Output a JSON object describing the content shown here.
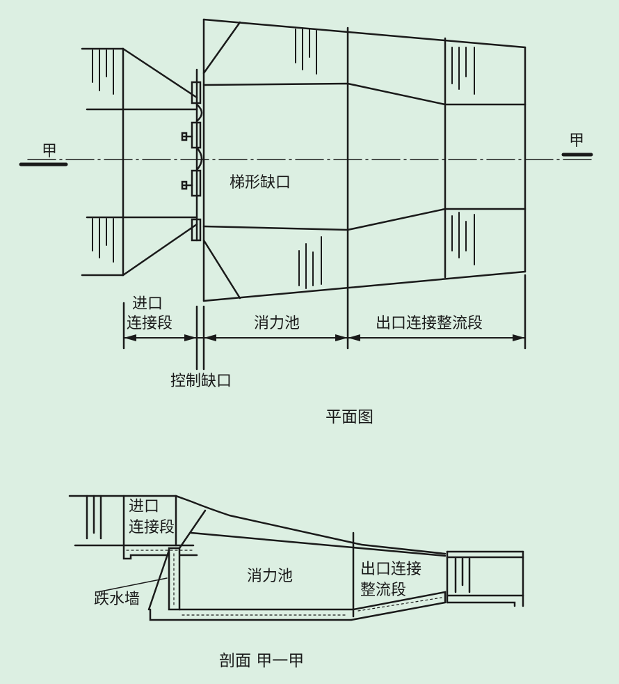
{
  "plan": {
    "section_mark_left": "甲",
    "section_mark_right": "甲",
    "trapezoid_notch": "梯形缺口",
    "inlet_line1": "进口",
    "inlet_line2": "连接段",
    "stilling_basin": "消力池",
    "outlet_section": "出口连接整流段",
    "control_notch": "控制缺口",
    "title": "平面图"
  },
  "section": {
    "inlet_line1": "进口",
    "inlet_line2": "连接段",
    "stilling_basin": "消力池",
    "outlet_line1": "出口连接",
    "outlet_line2": "整流段",
    "drop_wall": "跌水墙",
    "title": "剖面 甲一甲"
  },
  "colors": {
    "background": "#dcefe2",
    "ink": "#1a1a1a"
  }
}
